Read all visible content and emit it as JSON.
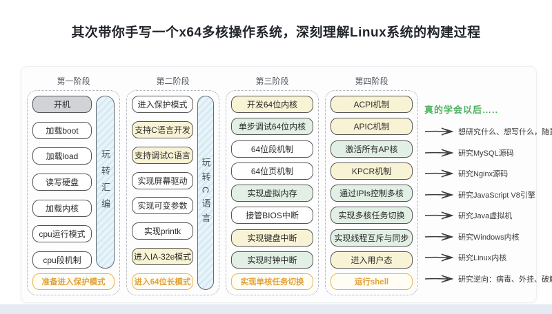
{
  "title": "其次带你手写一个x64多核操作系统，深刻理解Linux系统的构建过程",
  "stages": [
    {
      "label": "第一阶段",
      "sidebar": "玩转汇编",
      "boxes": [
        {
          "text": "开机",
          "tone": "gray"
        },
        {
          "text": "加载boot",
          "tone": "plain"
        },
        {
          "text": "加载load",
          "tone": "plain"
        },
        {
          "text": "读写硬盘",
          "tone": "plain"
        },
        {
          "text": "加载内核",
          "tone": "plain"
        },
        {
          "text": "cpu运行模式",
          "tone": "plain"
        },
        {
          "text": "cpu段机制",
          "tone": "plain"
        }
      ],
      "milestone": "准备进入保护模式"
    },
    {
      "label": "第二阶段",
      "sidebar": "玩转C语言",
      "boxes": [
        {
          "text": "进入保护模式",
          "tone": "plain"
        },
        {
          "text": "支持C语言开发",
          "tone": "yellow"
        },
        {
          "text": "支持调试C语言",
          "tone": "yellow"
        },
        {
          "text": "实现屏幕驱动",
          "tone": "plain"
        },
        {
          "text": "实现可变参数",
          "tone": "plain"
        },
        {
          "text": "实现printk",
          "tone": "plain"
        },
        {
          "text": "进入IA-32e模式",
          "tone": "yellow"
        }
      ],
      "milestone": "进入64位长模式"
    },
    {
      "label": "第三阶段",
      "boxes": [
        {
          "text": "开发64位内核",
          "tone": "yellow"
        },
        {
          "text": "单步调试64位内核",
          "tone": "green"
        },
        {
          "text": "64位段机制",
          "tone": "plain"
        },
        {
          "text": "64位页机制",
          "tone": "plain"
        },
        {
          "text": "实现虚拟内存",
          "tone": "green"
        },
        {
          "text": "接管BIOS中断",
          "tone": "plain"
        },
        {
          "text": "实现键盘中断",
          "tone": "yellow"
        },
        {
          "text": "实现时钟中断",
          "tone": "green"
        }
      ],
      "milestone": "实现单核任务切换"
    },
    {
      "label": "第四阶段",
      "boxes": [
        {
          "text": "ACPI机制",
          "tone": "yellow"
        },
        {
          "text": "APIC机制",
          "tone": "yellow"
        },
        {
          "text": "激活所有AP核",
          "tone": "green"
        },
        {
          "text": "KPCR机制",
          "tone": "yellow"
        },
        {
          "text": "通过IPIs控制多核",
          "tone": "green"
        },
        {
          "text": "实现多核任务切换",
          "tone": "green"
        },
        {
          "text": "实现线程互斥与同步",
          "tone": "green"
        },
        {
          "text": "进入用户态",
          "tone": "yellow"
        }
      ],
      "milestone": "运行shell"
    }
  ],
  "outcomes": {
    "header": "真的学会以后…..",
    "items": [
      "想研究什么、想写什么，随意",
      "研究MySQL源码",
      "研究Nginx源码",
      "研究JavaScript V8引擎",
      "研究Java虚拟机",
      "研究Windows内核",
      "研究Linux内核",
      "研究逆向：病毒、外挂、破解"
    ]
  },
  "colors": {
    "accent_yellow": "#f8f3d4",
    "accent_green": "#e1efe4",
    "accent_gray": "#d2d3d6",
    "sidebar_blue": "#dcedf5",
    "milestone_orange": "#e2a23b",
    "outcomes_green": "#4db05e",
    "box_border": "#545454",
    "bottom_strip": "#e6ebf3"
  }
}
